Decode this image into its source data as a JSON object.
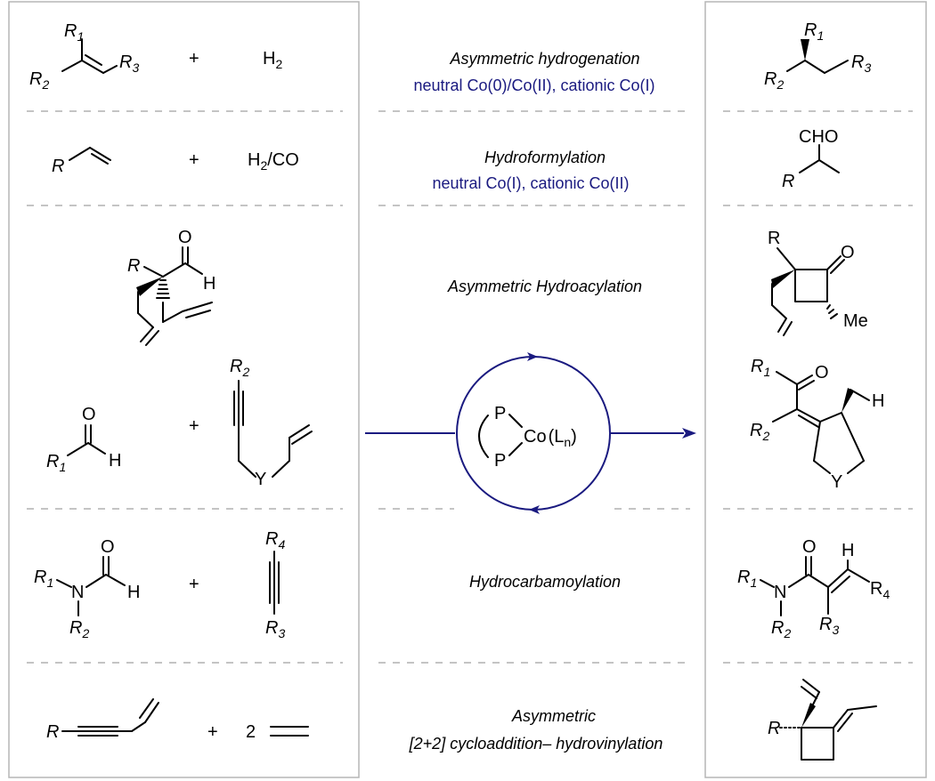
{
  "colors": {
    "catalyst": "#1a1a80",
    "separator": "#c4c4c4",
    "box": "#b5b5b5"
  },
  "rows": [
    {
      "reaction": "Asymmetric hydrogenation",
      "conditions": "neutral Co(0)/Co(II), cationic Co(I)",
      "plus": "+",
      "reagent": "H2"
    },
    {
      "reaction": "Hydroformylation",
      "conditions": "neutral Co(I), cationic Co(II)",
      "plus": "+",
      "reagent": "H2/CO"
    },
    {
      "reaction": "Asymmetric Hydroacylation"
    },
    {
      "plus": "+"
    },
    {
      "reaction": "Hydrocarbamoylation",
      "plus": "+"
    },
    {
      "reaction_line1": "Asymmetric",
      "reaction_line2": "[2+2] cycloaddition– hydrovinylation",
      "plus": "+",
      "count": "2"
    }
  ],
  "catalyst": {
    "p_top": "P",
    "p_bottom": "P",
    "metal": "Co",
    "ligand": "(L",
    "ligand_sub": "n",
    "ligand_close": ")"
  },
  "labels": {
    "R": "R",
    "R1": "R",
    "R2": "R",
    "R3": "R",
    "R4": "R",
    "n1": "1",
    "n2": "2",
    "n3": "3",
    "n4": "4",
    "H": "H",
    "O": "O",
    "N": "N",
    "Y": "Y",
    "Me": "Me",
    "CHO": "CHO",
    "Rdot": "R"
  }
}
